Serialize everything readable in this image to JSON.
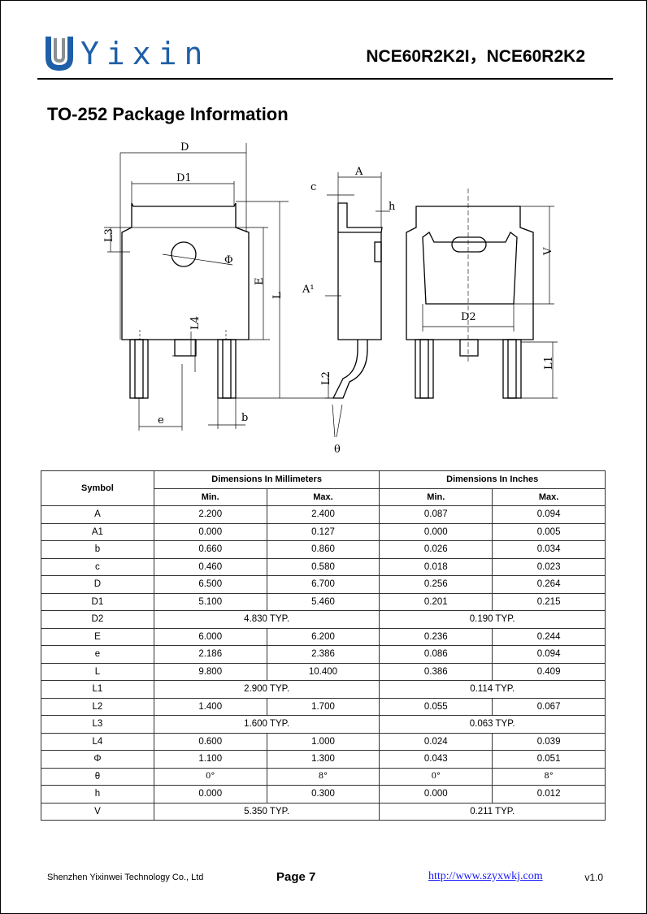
{
  "header": {
    "logo_text": "Yixin",
    "part_number": "NCE60R2K2I，NCE60R2K2"
  },
  "title": "TO-252 Package Information",
  "drawing_labels": {
    "D": "D",
    "D1": "D1",
    "L3": "L3",
    "phi": "Φ",
    "E": "E",
    "L": "L",
    "L4": "L4",
    "e": "e",
    "b": "b",
    "A": "A",
    "c": "c",
    "h": "h",
    "A1": "A¹",
    "L2": "L2",
    "theta": "θ",
    "V": "V",
    "D2": "D2",
    "L1": "L1"
  },
  "table": {
    "symbol_header": "Symbol",
    "mm_header": "Dimensions In Millimeters",
    "in_header": "Dimensions In Inches",
    "min_label": "Min.",
    "max_label": "Max.",
    "rows": [
      {
        "symbol": "A",
        "mm_min": "2.200",
        "mm_max": "2.400",
        "in_min": "0.087",
        "in_max": "0.094"
      },
      {
        "symbol": "A1",
        "mm_min": "0.000",
        "mm_max": "0.127",
        "in_min": "0.000",
        "in_max": "0.005"
      },
      {
        "symbol": "b",
        "mm_min": "0.660",
        "mm_max": "0.860",
        "in_min": "0.026",
        "in_max": "0.034"
      },
      {
        "symbol": "c",
        "mm_min": "0.460",
        "mm_max": "0.580",
        "in_min": "0.018",
        "in_max": "0.023"
      },
      {
        "symbol": "D",
        "mm_min": "6.500",
        "mm_max": "6.700",
        "in_min": "0.256",
        "in_max": "0.264"
      },
      {
        "symbol": "D1",
        "mm_min": "5.100",
        "mm_max": "5.460",
        "in_min": "0.201",
        "in_max": "0.215"
      },
      {
        "symbol": "D2",
        "mm_typ": "4.830 TYP.",
        "in_typ": "0.190 TYP."
      },
      {
        "symbol": "E",
        "mm_min": "6.000",
        "mm_max": "6.200",
        "in_min": "0.236",
        "in_max": "0.244"
      },
      {
        "symbol": "e",
        "mm_min": "2.186",
        "mm_max": "2.386",
        "in_min": "0.086",
        "in_max": "0.094"
      },
      {
        "symbol": "L",
        "mm_min": "9.800",
        "mm_max": "10.400",
        "in_min": "0.386",
        "in_max": "0.409"
      },
      {
        "symbol": "L1",
        "mm_typ": "2.900 TYP.",
        "in_typ": "0.114 TYP."
      },
      {
        "symbol": "L2",
        "mm_min": "1.400",
        "mm_max": "1.700",
        "in_min": "0.055",
        "in_max": "0.067"
      },
      {
        "symbol": "L3",
        "mm_typ": "1.600 TYP.",
        "in_typ": "0.063 TYP."
      },
      {
        "symbol": "L4",
        "mm_min": "0.600",
        "mm_max": "1.000",
        "in_min": "0.024",
        "in_max": "0.039"
      },
      {
        "symbol": "Φ",
        "mm_min": "1.100",
        "mm_max": "1.300",
        "in_min": "0.043",
        "in_max": "0.051"
      },
      {
        "symbol": "θ",
        "mm_min": "0°",
        "mm_max": "8°",
        "in_min": "0°",
        "in_max": "8°",
        "serif": true
      },
      {
        "symbol": "h",
        "mm_min": "0.000",
        "mm_max": "0.300",
        "in_min": "0.000",
        "in_max": "0.012"
      },
      {
        "symbol": "V",
        "mm_typ": "5.350 TYP.",
        "in_typ": "0.211 TYP."
      }
    ]
  },
  "footer": {
    "company": "Shenzhen Yixinwei Technology Co., Ltd",
    "page": "Page 7",
    "url": "http://www.szyxwkj.com",
    "version": "v1.0"
  }
}
